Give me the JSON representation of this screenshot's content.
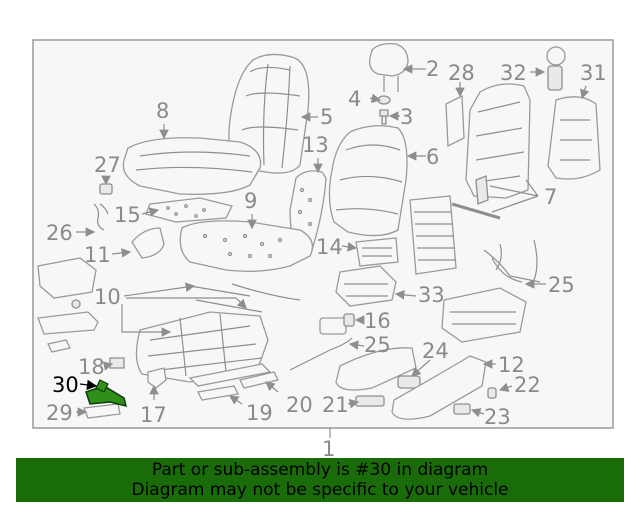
{
  "diagram": {
    "assembly_label": "1",
    "labels": {
      "p2": "2",
      "p3": "3",
      "p4": "4",
      "p5": "5",
      "p6": "6",
      "p7": "7",
      "p8": "8",
      "p9": "9",
      "p10": "10",
      "p11": "11",
      "p12": "12",
      "p13": "13",
      "p14": "14",
      "p15": "15",
      "p16": "16",
      "p17": "17",
      "p18": "18",
      "p19": "19",
      "p20": "20",
      "p21": "21",
      "p22": "22",
      "p23": "23",
      "p24": "24",
      "p25a": "25",
      "p25b": "25",
      "p26": "26",
      "p27": "27",
      "p28": "28",
      "p29": "29",
      "p30": "30",
      "p31": "31",
      "p32": "32",
      "p33": "33"
    },
    "highlight_color": "#1f6f0f"
  },
  "banner": {
    "line1": "Part or sub-assembly is #30 in diagram",
    "line2": "Diagram may not be specific to your vehicle",
    "background": "#1a6b0a"
  }
}
